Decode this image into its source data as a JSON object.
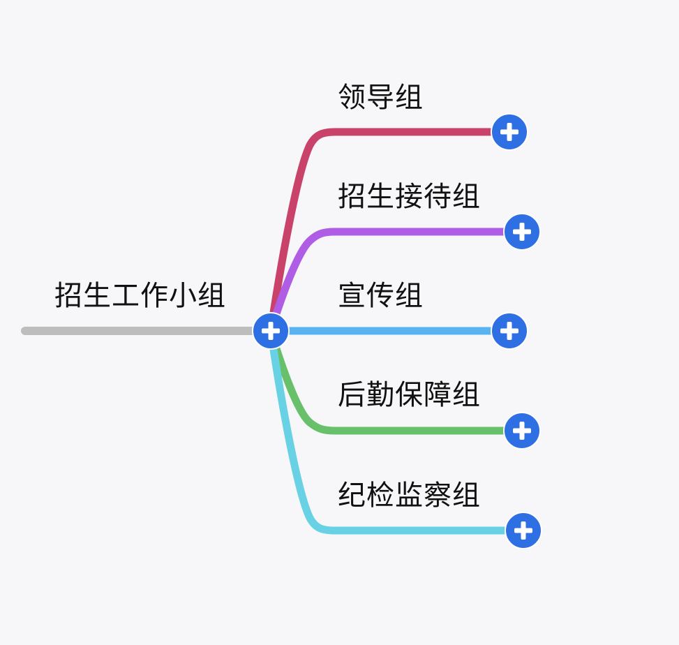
{
  "root": {
    "label": "招生工作小组",
    "stem_color": "#bdbdbd"
  },
  "expand_button": {
    "icon": "plus-icon",
    "color": "#2f6fe4"
  },
  "branches": [
    {
      "label": "领导组",
      "color": "#c8426a"
    },
    {
      "label": "招生接待组",
      "color": "#b05de6"
    },
    {
      "label": "宣传组",
      "color": "#58b4f0"
    },
    {
      "label": "后勤保障组",
      "color": "#69c06b"
    },
    {
      "label": "纪检监察组",
      "color": "#68d2e4"
    }
  ]
}
